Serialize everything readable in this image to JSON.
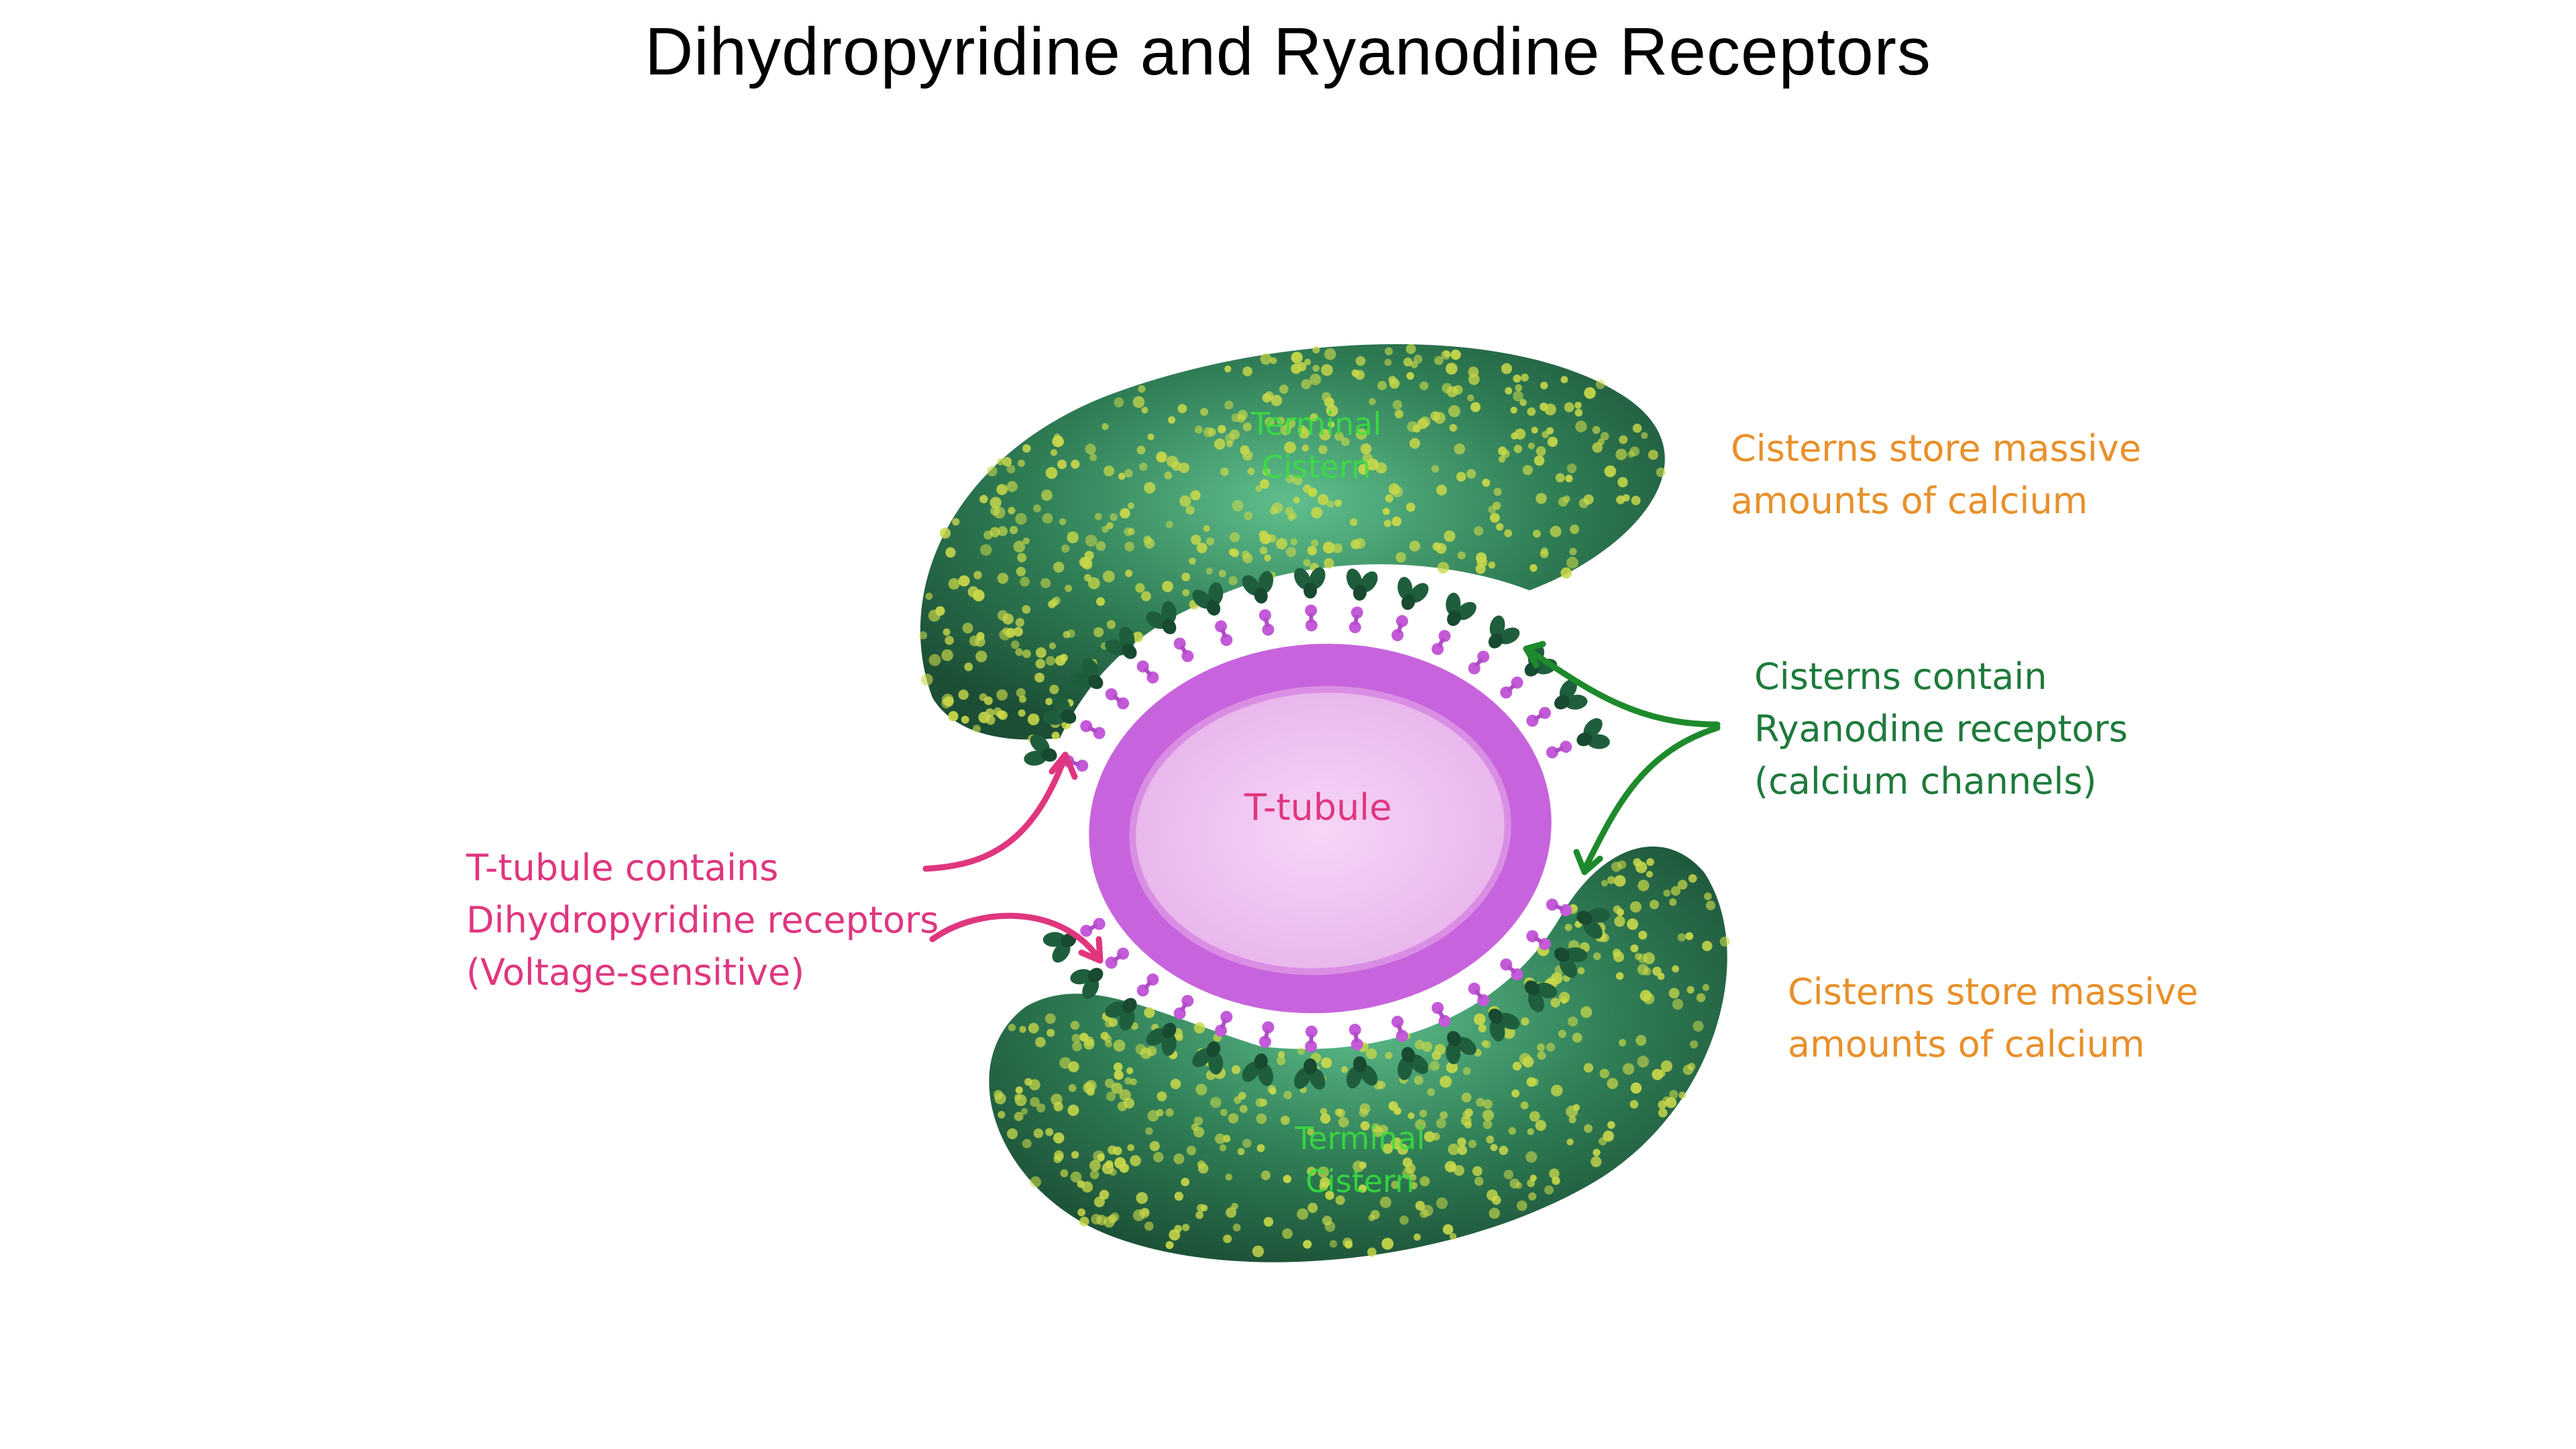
{
  "title": "Dihydropyridine and Ryanodine Receptors",
  "labels": {
    "t_tubule": "T-tubule",
    "terminal_cistern_top": [
      "Terminal",
      "Cistern"
    ],
    "terminal_cistern_bottom": [
      "Terminal",
      "Cistern"
    ],
    "cisterns_calcium_top": [
      "Cisterns store massive",
      "amounts of calcium"
    ],
    "cisterns_calcium_bottom": [
      "Cisterns store massive",
      "amounts of calcium"
    ],
    "ryanodine": [
      "Cisterns contain",
      "Ryanodine receptors",
      "(calcium channels)"
    ],
    "dihydropyridine": [
      "T-tubule contains",
      "Dihydropyridine receptors",
      "(Voltage-sensitive)"
    ]
  },
  "colors": {
    "cistern": "#2f7d55",
    "cistern_dark": "#1d5a3c",
    "calcium_dots": "#c9d84a",
    "t_tubule_ring": "#c764dd",
    "t_tubule_inner": "#f0c4f2",
    "ryanodine_receptor": "#1f5e3d",
    "dhp_receptor": "#c35ad8",
    "pink_text": "#e0367f",
    "green_text": "#1e7a3c",
    "orange_text": "#e8902a",
    "bright_green_text": "#39e23c"
  }
}
